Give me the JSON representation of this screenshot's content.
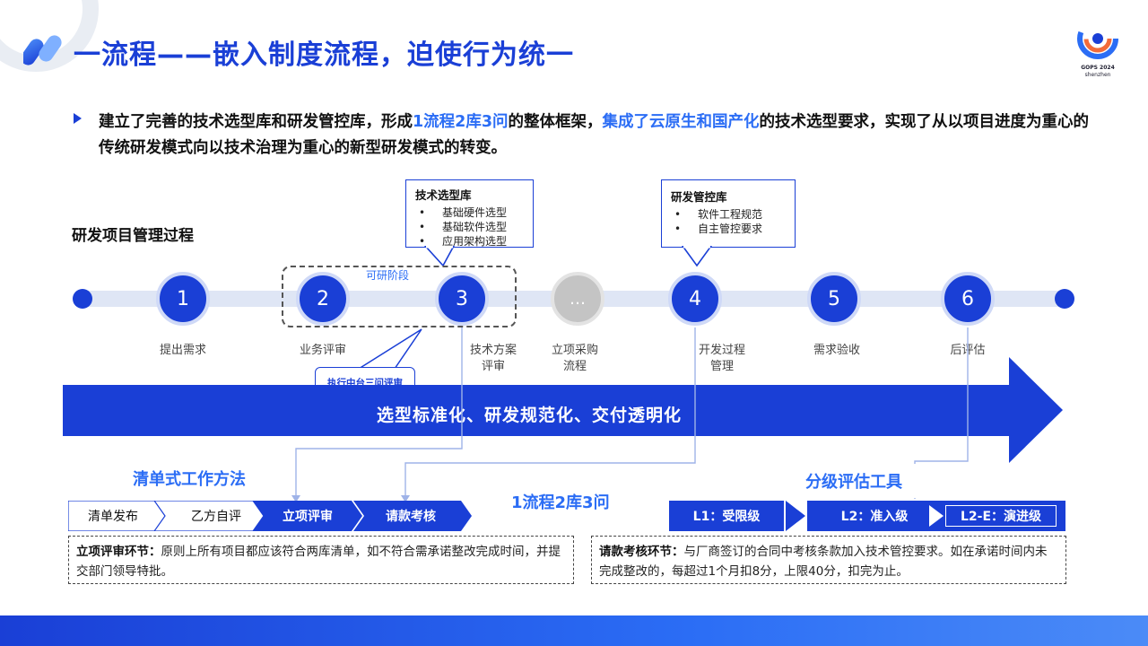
{
  "header": {
    "title": "一流程——嵌入制度流程，迫使行为统一",
    "brand": {
      "line1": "GOPS 2024",
      "line2": "shenzhen"
    }
  },
  "summary": {
    "part1": "建立了完善的技术选型库和研发管控库，形成",
    "hl1": "1流程2库3问",
    "part2": "的整体框架，",
    "hl2": "集成了云原生和国产化",
    "part3": "的技术选型要求，实现了从以项目进度为重心的传统研发模式向以技术治理为重心的新型研发模式的转变。"
  },
  "process": {
    "title": "研发项目管理过程",
    "stage_label": "可研阶段",
    "review_pill": "执行中台三问评审",
    "nodes": [
      {
        "num": "1",
        "label": "提出需求"
      },
      {
        "num": "2",
        "label": "业务评审"
      },
      {
        "num": "3",
        "label": "技术方案\n评审"
      },
      {
        "num": "…",
        "label": "立项采购\n流程"
      },
      {
        "num": "4",
        "label": "开发过程\n管理"
      },
      {
        "num": "5",
        "label": "需求验收"
      },
      {
        "num": "6",
        "label": "后评估"
      }
    ],
    "callout_tech": {
      "title": "技术选型库",
      "items": [
        "基础硬件选型",
        "基础软件选型",
        "应用架构选型"
      ]
    },
    "callout_dev": {
      "title": "研发管控库",
      "items": [
        "软件工程规范",
        "自主管控要求"
      ]
    }
  },
  "banner": "选型标准化、研发规范化、交付透明化",
  "sections": {
    "checklist": "清单式工作方法",
    "framework": "1流程2库3问",
    "grading": "分级评估工具"
  },
  "chevrons": [
    "清单发布",
    "乙方自评",
    "立项评审",
    "请款考核"
  ],
  "levels": [
    "L1：受限级",
    "L2：准入级",
    "L2-E：演进级"
  ],
  "notes": {
    "left_title": "立项评审环节：",
    "left_body": "原则上所有项目都应该符合两库清单，如不符合需承诺整改完成时间，并提交部门领导特批。",
    "right_title": "请款考核环节：",
    "right_body": "与厂商签订的合同中考核条款加入技术管控要求。如在承诺时间内未完成整改的，每超过1个月扣8分，上限40分，扣完为止。"
  },
  "colors": {
    "accent": "#1a3fd6",
    "highlight": "#2b6df5",
    "track": "#dfe6f5"
  }
}
